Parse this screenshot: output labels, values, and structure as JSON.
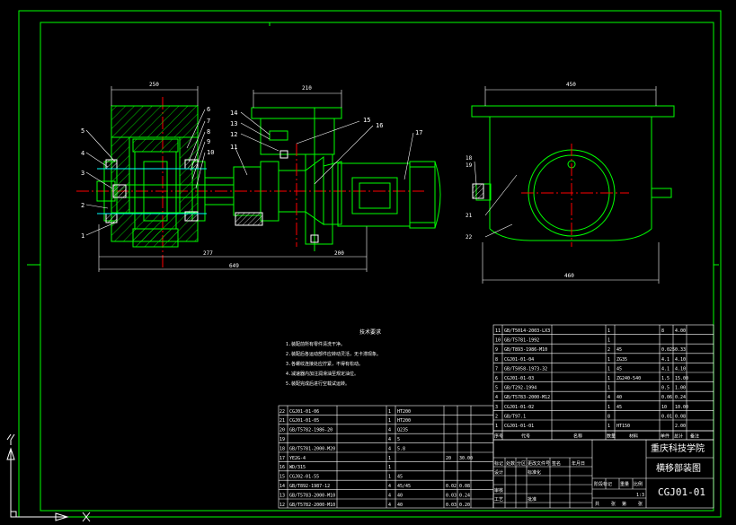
{
  "window": {
    "background": "#000000"
  },
  "colors": {
    "green": "#00ff00",
    "white": "#ffffff",
    "red": "#ff0000",
    "cyan": "#00ffff",
    "yellow": "#ffff00"
  },
  "balloons": {
    "left": [
      "5",
      "4",
      "3",
      "2",
      "1",
      "6",
      "7",
      "8",
      "9",
      "10",
      "11"
    ],
    "middle": [
      "14",
      "13",
      "12",
      "15",
      "16",
      "17"
    ],
    "right": [
      "18",
      "19",
      "21",
      "22"
    ]
  },
  "tech_req": {
    "title": "技术要求",
    "lines": [
      "1.装配前所有零件清洗干净。",
      "2.装配后各运动部件应转动灵活，无卡滞现象。",
      "3.各螺纹连接处应拧紧，不得有松动。",
      "4.减速器内加注润滑油至规定油位。",
      "5.装配完成后进行空载试运转。"
    ]
  },
  "parts_left": [
    [
      "22",
      "CGJ01-01-06",
      "",
      "1",
      "HT200"
    ],
    [
      "21",
      "CGJ01-01-05",
      "",
      "1",
      "HT200"
    ],
    [
      "20",
      "GB/T5782-1986-20",
      "",
      "4",
      "Q235"
    ],
    [
      "19",
      "",
      "",
      "4",
      "5"
    ],
    [
      "18",
      "GB/T5781-2000-M20",
      "",
      "4",
      "5.8"
    ],
    [
      "17",
      "YE2G-4",
      "",
      "1",
      "",
      "20",
      "30.00"
    ],
    [
      "16",
      "WD/315",
      "",
      "1",
      ""
    ],
    [
      "15",
      "CGJ02-01-55",
      "",
      "1",
      "45"
    ],
    [
      "14",
      "GB/T892-1987-12",
      "",
      "4",
      "45/45",
      "0.02",
      "0.08"
    ],
    [
      "13",
      "GB/T5783-2000-M10",
      "",
      "4",
      "40",
      "0.03",
      "0.24"
    ],
    [
      "12",
      "GB/T5782-2000-M10",
      "",
      "4",
      "40",
      "0.03",
      "0.20"
    ]
  ],
  "parts_right": [
    [
      "11",
      "GB/T5014-2003-LX3",
      "",
      "1",
      "",
      "8",
      "4.00"
    ],
    [
      "10",
      "GB/T5781-1992",
      "",
      "1",
      ""
    ],
    [
      "9",
      "GB/T893-1986-M10",
      "",
      "2",
      "45",
      "0.025",
      "0.33"
    ],
    [
      "8",
      "CGJ01-01-04",
      "",
      "1",
      "ZG35",
      "4.1",
      "4.10"
    ],
    [
      "7",
      "GB/T5058-1973-32",
      "",
      "1",
      "45",
      "4.1",
      "4.10"
    ],
    [
      "6",
      "CGJ01-01-03",
      "",
      "1",
      "ZG240-540",
      "1.5",
      "15.00"
    ],
    [
      "5",
      "GB/T292-1994",
      "",
      "1",
      "",
      "0.5",
      "1.00"
    ],
    [
      "4",
      "GB/T5783-2000-M12",
      "",
      "4",
      "40",
      "0.06",
      "0.24"
    ],
    [
      "3",
      "CGJ01-01-02",
      "",
      "1",
      "45",
      "10",
      "10.00"
    ],
    [
      "2",
      "GB/T97.1",
      "",
      "8",
      "",
      "0.01",
      "0.08"
    ],
    [
      "1",
      "CGJ01-01-01",
      "",
      "1",
      "HT150",
      "",
      "2.00"
    ]
  ],
  "parts_header": [
    "序号",
    "代号",
    "名称",
    "数量",
    "材料",
    "单件",
    "总计",
    "备注"
  ],
  "title_block": {
    "school": "重庆科技学院",
    "drawing_name": "横移部装图",
    "drawing_no": "CGJ01-01",
    "scale": "1:3",
    "labels": [
      "标记",
      "处数",
      "分区",
      "更改文件号",
      "签名",
      "年月日"
    ],
    "roles": [
      "设计",
      "标准化",
      "审核",
      "工艺",
      "批准"
    ],
    "stage_labels": [
      "阶段标记",
      "重量",
      "比例"
    ],
    "sheet_labels": [
      "共",
      "张",
      "第",
      "张"
    ]
  }
}
